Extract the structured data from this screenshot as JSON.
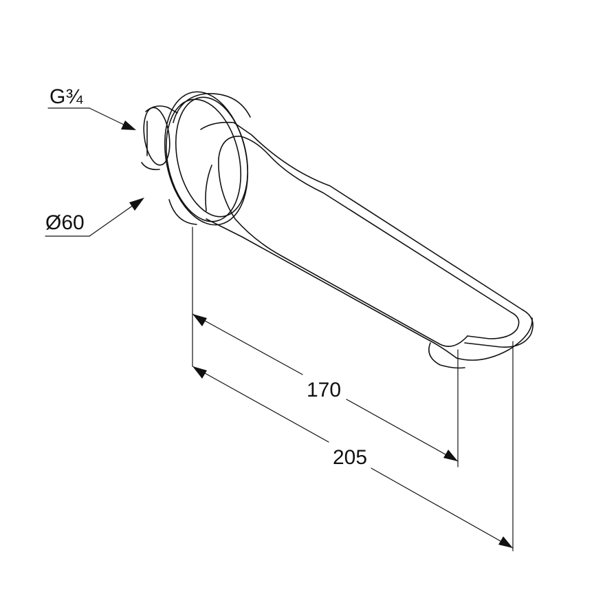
{
  "annotations": {
    "thread": "G¾",
    "flange_diameter": "Ø60"
  },
  "dimensions": {
    "inner_length": "170",
    "overall_length": "205"
  }
}
